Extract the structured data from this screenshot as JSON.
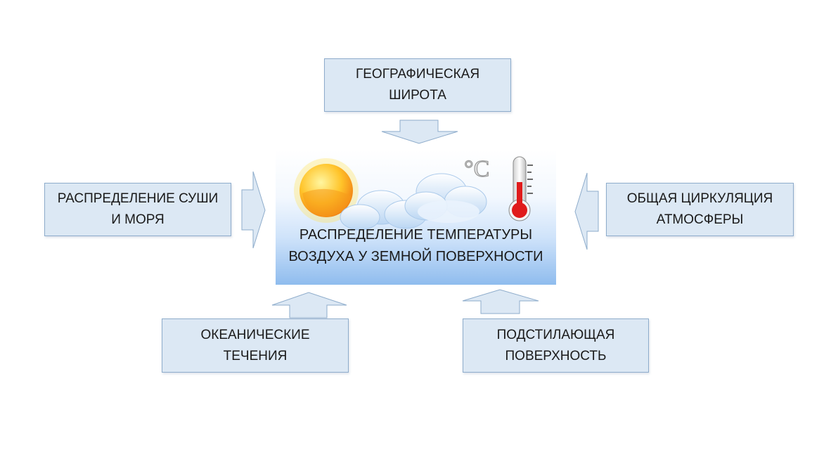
{
  "center": {
    "lines": [
      "РАСПРЕДЕЛЕНИЕ ТЕМПЕРАТУРЫ",
      "ВОЗДУХА У ЗЕМНОЙ ПОВЕРХНОСТИ"
    ],
    "unit_symbol": "°C",
    "icons": [
      "sun-icon",
      "cloud-icon",
      "thermometer-icon"
    ]
  },
  "factors": {
    "top": {
      "lines": [
        "ГЕОГРАФИЧЕСКАЯ",
        "ШИРОТА"
      ]
    },
    "left": {
      "lines": [
        "РАСПРЕДЕЛЕНИЕ СУШИ",
        "И МОРЯ"
      ]
    },
    "right": {
      "lines": [
        "ОБЩАЯ ЦИРКУЛЯЦИЯ",
        "АТМОСФЕРЫ"
      ]
    },
    "bottom_left": {
      "lines": [
        "ОКЕАНИЧЕСКИЕ",
        "ТЕЧЕНИЯ"
      ]
    },
    "bottom_right": {
      "lines": [
        "ПОДСТИЛАЮЩАЯ",
        "ПОВЕРХНОСТЬ"
      ]
    }
  },
  "colors": {
    "box_fill": "#dce8f4",
    "box_border": "#8eaccb",
    "arrow_fill": "#dce8f4",
    "arrow_border": "#8eaccb",
    "thermometer_red": "#e01b1b",
    "sun_orange": "#f5a21a"
  }
}
